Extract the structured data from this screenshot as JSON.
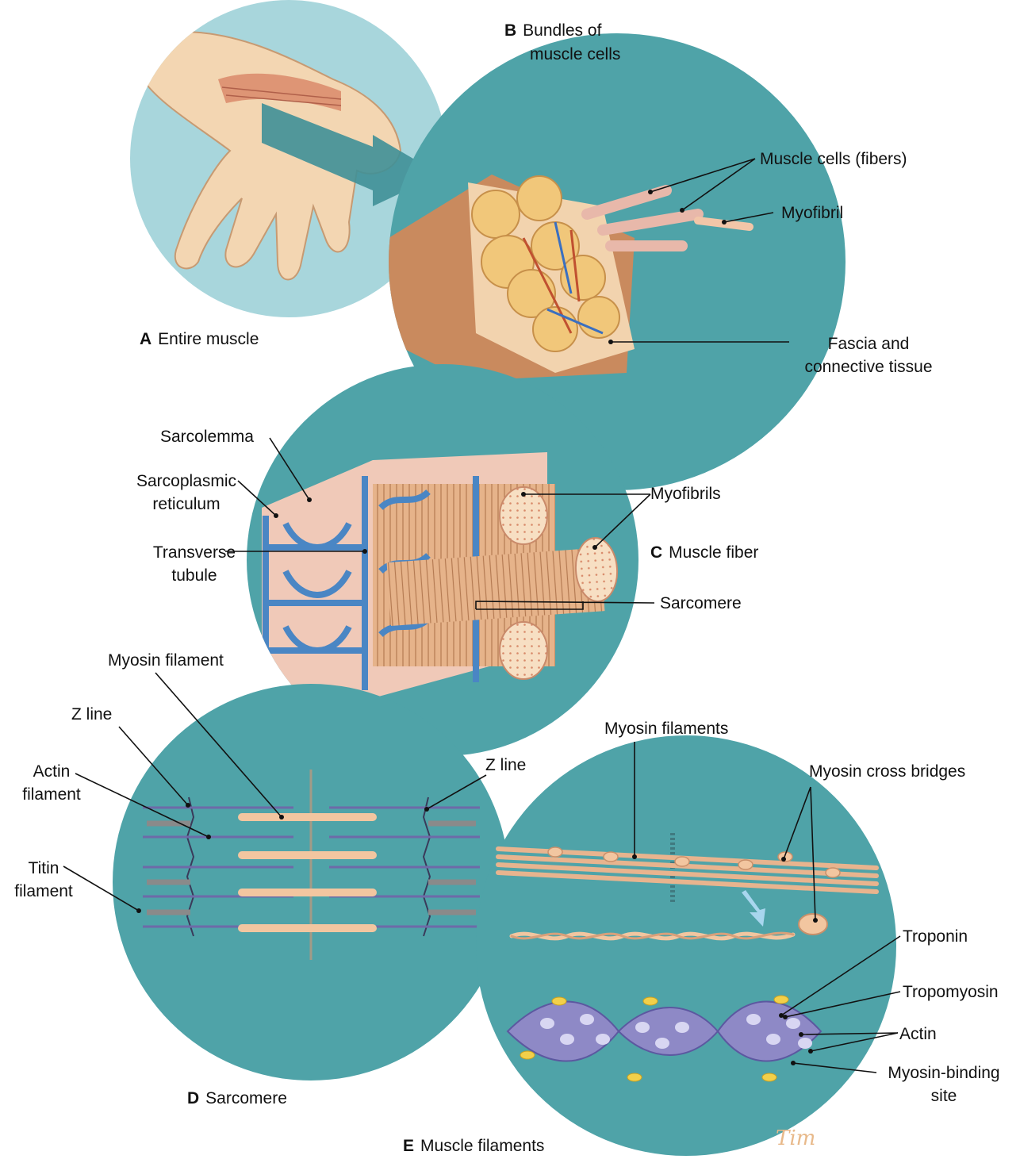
{
  "colors": {
    "teal_dark": "#4fa3a8",
    "teal_light": "#a8d6dc",
    "muscle": "#e3ac7e",
    "fascia": "#f2d3ae",
    "reticulum_blue": "#4a86c4",
    "actin_purple": "#8e89c6",
    "leader_line": "#111111"
  },
  "panels": {
    "a": {
      "letter": "A",
      "title": "Entire muscle"
    },
    "b": {
      "letter": "B",
      "title_line1": "Bundles of",
      "title_line2": "muscle cells"
    },
    "c": {
      "letter": "C",
      "title": "Muscle fiber"
    },
    "d": {
      "letter": "D",
      "title": "Sarcomere"
    },
    "e": {
      "letter": "E",
      "title": "Muscle filaments"
    }
  },
  "labels": {
    "muscle_cells": "Muscle cells (fibers)",
    "myofibril": "Myofibril",
    "fascia_line1": "Fascia and",
    "fascia_line2": "connective tissue",
    "sarcolemma": "Sarcolemma",
    "sr_line1": "Sarcoplasmic",
    "sr_line2": "reticulum",
    "myofibrils": "Myofibrils",
    "tt_line1": "Transverse",
    "tt_line2": "tubule",
    "sarcomere": "Sarcomere",
    "myosin_filament": "Myosin filament",
    "z_line_left": "Z line",
    "z_line_right": "Z line",
    "actin_line1": "Actin",
    "actin_line2": "filament",
    "titin_line1": "Titin",
    "titin_line2": "filament",
    "myosin_filaments": "Myosin filaments",
    "cross_bridges": "Myosin cross bridges",
    "troponin": "Troponin",
    "tropomyosin": "Tropomyosin",
    "actin": "Actin",
    "binding_line1": "Myosin-binding",
    "binding_line2": "site"
  },
  "signature": "Tim"
}
